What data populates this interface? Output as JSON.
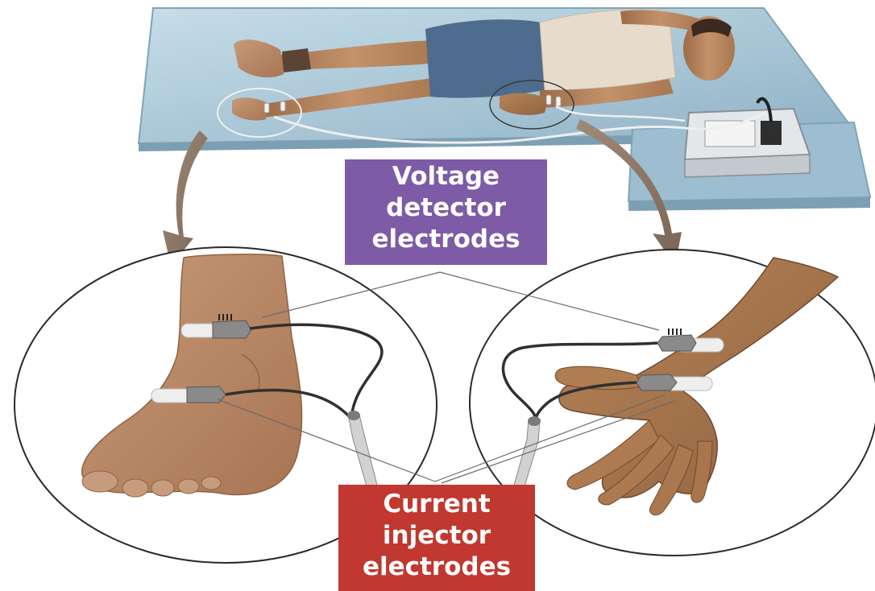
{
  "colors": {
    "voltage_box": "#7d5ba6",
    "current_box": "#c0382f",
    "table_top": "#a9c6d6",
    "skin": "#b88760",
    "shorts": "#4f6d8f",
    "wire": "#3a3a3a",
    "pointer_line": "#666666"
  },
  "labels": {
    "voltage": {
      "line1": "Voltage",
      "line2": "detector",
      "line3": "electrodes"
    },
    "current": {
      "line1": "Current",
      "line2": "injector",
      "line3": "electrodes"
    }
  }
}
